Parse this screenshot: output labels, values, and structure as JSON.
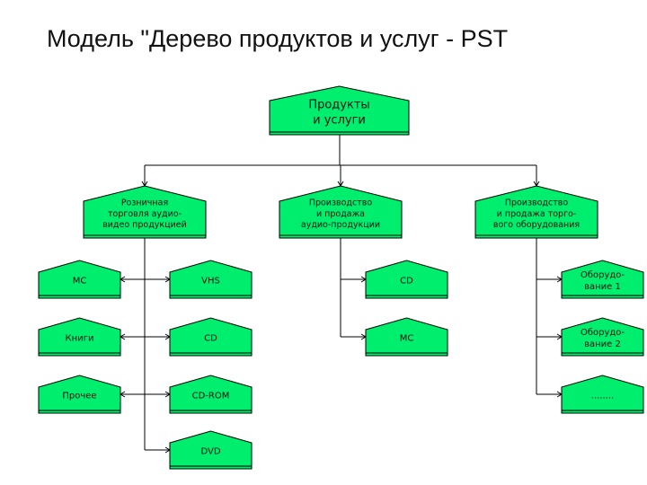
{
  "title": "Модель \"Дерево продуктов и услуг - PST",
  "colors": {
    "node_fill": "#00ee6e",
    "node_stroke": "#000000",
    "connector": "#000000",
    "background": "#ffffff"
  },
  "nodes": {
    "root": [
      "Продукты",
      "и услуги"
    ],
    "retail": [
      "Розничная",
      "торговля аудио-",
      "видео продукцией"
    ],
    "audio_prod": [
      "Производство",
      "и продажа",
      "аудио-продукции"
    ],
    "equip_prod": [
      "Производство",
      "и продажа торго-",
      "вого оборудования"
    ],
    "mc1": [
      "МС"
    ],
    "books": [
      "Книги"
    ],
    "other": [
      "Прочее"
    ],
    "vhs": [
      "VHS"
    ],
    "cd1": [
      "CD"
    ],
    "cdrom": [
      "CD-ROM"
    ],
    "dvd": [
      "DVD"
    ],
    "cd2": [
      "CD"
    ],
    "mc2": [
      "МС"
    ],
    "equip1": [
      "Оборудо-",
      "вание 1"
    ],
    "equip2": [
      "Оборудо-",
      "вание 2"
    ],
    "dots": [
      "........"
    ]
  }
}
